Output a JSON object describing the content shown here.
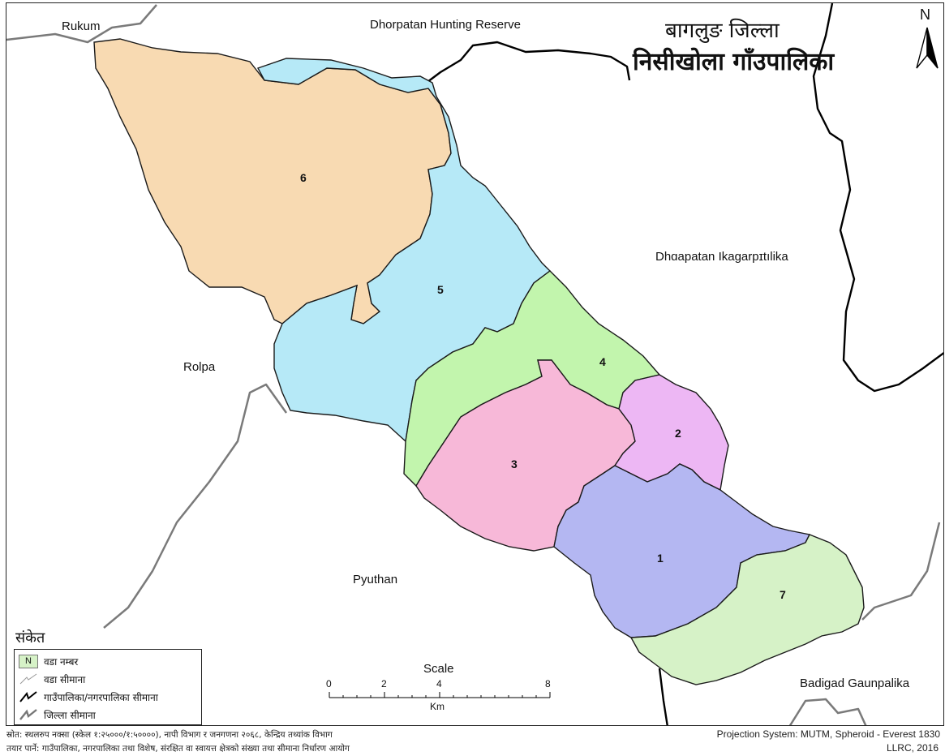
{
  "title": {
    "district": "बागलुङ जिल्ला",
    "municipality": "निसीखोला गाँउपालिका"
  },
  "north_arrow": "N",
  "places": {
    "rukum": "Rukum",
    "dhorpatan": "Dhorpatan Hunting Reserve",
    "dhorpatan_ika": "Dhɑapatan Ikagarpɪtılika",
    "rolpa": "Rolpa",
    "pyuthan": "Pyuthan",
    "badigad": "Badigad Gaunpalika"
  },
  "wards": [
    {
      "id": "1",
      "label": "1",
      "color": "#b4b7f2"
    },
    {
      "id": "2",
      "label": "2",
      "color": "#edb7f4"
    },
    {
      "id": "3",
      "label": "3",
      "color": "#f7b8d8"
    },
    {
      "id": "4",
      "label": "4",
      "color": "#c2f5ad"
    },
    {
      "id": "5",
      "label": "5",
      "color": "#b6e9f7"
    },
    {
      "id": "6",
      "label": "6",
      "color": "#f8dab2"
    },
    {
      "id": "7",
      "label": "7",
      "color": "#d6f2c7"
    }
  ],
  "legend": {
    "title": "संकेत",
    "items": [
      {
        "symbol": "N",
        "label": "वडा नम्बर"
      },
      {
        "symbol": "",
        "label": "वडा सीमाना"
      },
      {
        "symbol": "",
        "label": "गाउँपालिका/नगरपालिका सीमाना"
      },
      {
        "symbol": "",
        "label": "जिल्ला सीमाना"
      }
    ]
  },
  "scale": {
    "title": "Scale",
    "unit": "Km",
    "ticks": [
      "0",
      "2",
      "4",
      "8"
    ]
  },
  "footer": {
    "source": "स्रोत: स्थलरुप नक्सा (स्केल १:२५०००/१:५००००), नापी विभाग र जनगणना २०६८, केन्द्रिय तथ्यांक विभाग",
    "prepared": "तयार पार्ने: गाउँपालिका, नगरपालिका तथा विशेष, संरक्षित वा स्वायत्त क्षेत्रको संख्या तथा सीमाना निर्धारण आयोग",
    "projection": "Projection System: MUTM, Spheroid - Everest 1830",
    "credit": "LLRC, 2016"
  },
  "colors": {
    "district_boundary": "#7a7a7a",
    "municipality_boundary": "#000000"
  }
}
